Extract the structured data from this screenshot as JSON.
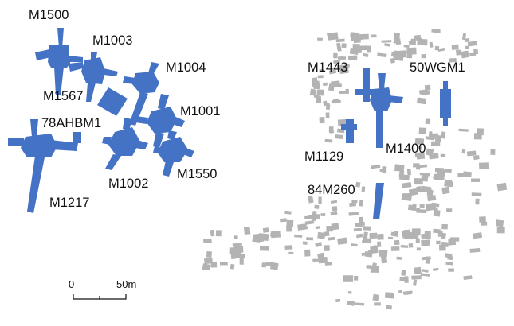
{
  "colors": {
    "tomb": "#4472c4",
    "building": "#b3b3b3",
    "text": "#111111"
  },
  "tombs": [
    {
      "id": "m1500",
      "label": "M1500"
    },
    {
      "id": "m1003",
      "label": "M1003"
    },
    {
      "id": "m1004",
      "label": "M1004"
    },
    {
      "id": "m1567",
      "label": "M1567"
    },
    {
      "id": "m1001",
      "label": "M1001"
    },
    {
      "id": "78ahbm1",
      "label": "78AHBM1"
    },
    {
      "id": "m1002",
      "label": "M1002"
    },
    {
      "id": "m1550",
      "label": "M1550"
    },
    {
      "id": "m1217",
      "label": "M1217"
    },
    {
      "id": "m1443",
      "label": "M1443"
    },
    {
      "id": "50wgm1",
      "label": "50WGM1"
    },
    {
      "id": "m1129",
      "label": "M1129"
    },
    {
      "id": "m1400",
      "label": "M1400"
    },
    {
      "id": "84m260",
      "label": "84M260"
    }
  ],
  "scale_bar": {
    "start_label": "0",
    "end_label": "50m"
  }
}
